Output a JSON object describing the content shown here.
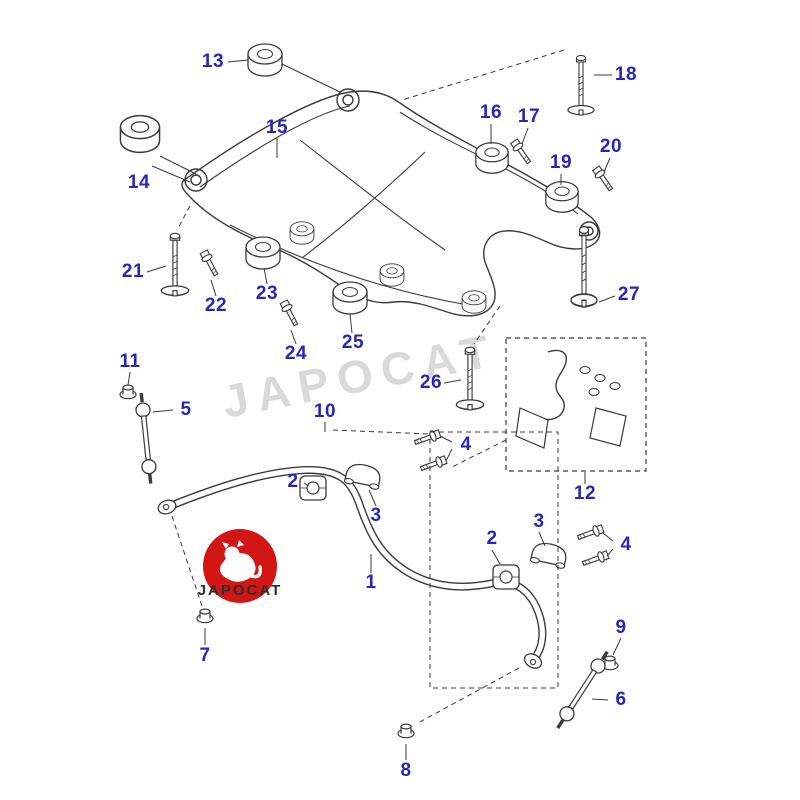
{
  "colors": {
    "background": "#ffffff",
    "label": "#2626b8",
    "line": "#3a3a3a",
    "watermark": "#c9c9c9",
    "logo-red": "#d21515",
    "logo-text": "#2e2e2e"
  },
  "watermark": {
    "diagonal_text": "JAPOCAT",
    "logo_text": "JAPOCAT"
  },
  "labels": [
    {
      "text": "13"
    },
    {
      "text": "18"
    },
    {
      "text": "14"
    },
    {
      "text": "15"
    },
    {
      "text": "16"
    },
    {
      "text": "17"
    },
    {
      "text": "19"
    },
    {
      "text": "20"
    },
    {
      "text": "21"
    },
    {
      "text": "22"
    },
    {
      "text": "23"
    },
    {
      "text": "24"
    },
    {
      "text": "25"
    },
    {
      "text": "26"
    },
    {
      "text": "27"
    },
    {
      "text": "11"
    },
    {
      "text": "5"
    },
    {
      "text": "10"
    },
    {
      "text": "4"
    },
    {
      "text": "2"
    },
    {
      "text": "3"
    },
    {
      "text": "12"
    },
    {
      "text": "2"
    },
    {
      "text": "3"
    },
    {
      "text": "4"
    },
    {
      "text": "1"
    },
    {
      "text": "7"
    },
    {
      "text": "9"
    },
    {
      "text": "6"
    },
    {
      "text": "8"
    }
  ]
}
